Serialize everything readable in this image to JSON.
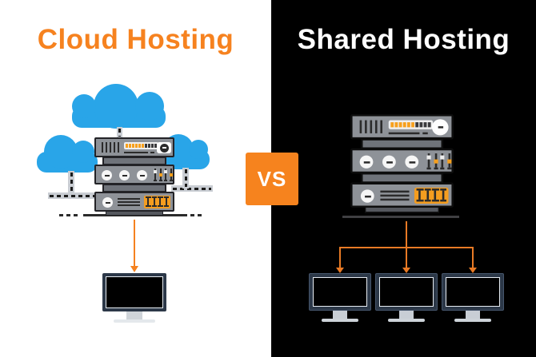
{
  "page": {
    "background_left": "#FFFFFF",
    "background_right": "#000000"
  },
  "left_panel": {
    "title": "Cloud Hosting",
    "title_color": "#F6821F",
    "cloud_count": 3,
    "server_unit_count": 3,
    "client_monitor_count": 1
  },
  "right_panel": {
    "title": "Shared Hosting",
    "title_color": "#FFFFFF",
    "server_unit_count": 3,
    "client_monitor_count": 3
  },
  "vs_badge": {
    "label": "VS",
    "background": "#F6831E",
    "text_color": "#FFFFFF"
  },
  "illustration_colors": {
    "cloud_blue": "#29A5E8",
    "server_gray": "#8E9298",
    "led_orange": "#F7A01D",
    "link_orange": "#E87A25",
    "arrow_orange": "#F58220",
    "monitor_frame": "#2C3848"
  }
}
